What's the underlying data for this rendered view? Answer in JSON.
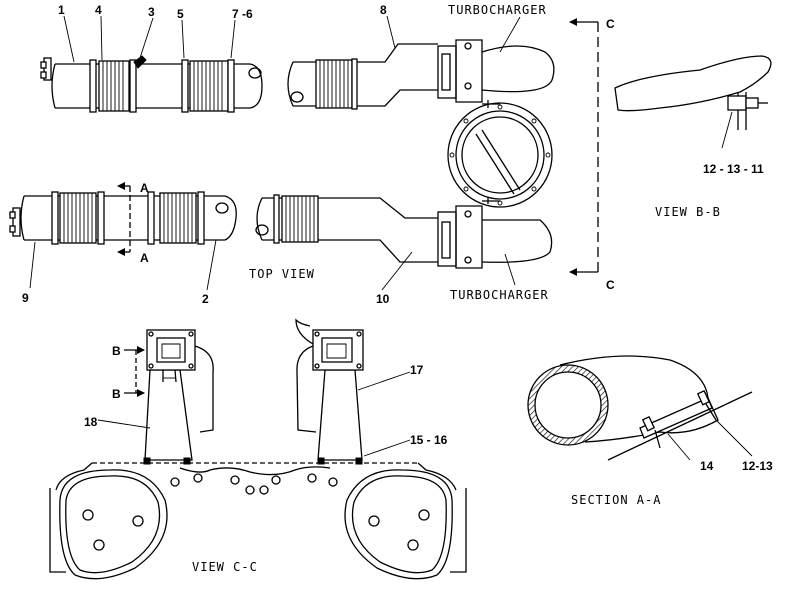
{
  "callouts": {
    "c1": "1",
    "c4": "4",
    "c3": "3",
    "c5": "5",
    "c7_6": "7 -6",
    "c8": "8",
    "c9": "9",
    "c2": "2",
    "c10": "10",
    "c12_13_11": "12 - 13 - 11",
    "c17": "17",
    "c18": "18",
    "c15_16": "15 - 16",
    "c14": "14",
    "c12_13": "12-13"
  },
  "captions": {
    "turbo_top": "TURBOCHARGER",
    "turbo_bottom": "TURBOCHARGER",
    "top_view": "TOP VIEW",
    "view_bb": "VIEW B-B",
    "view_cc": "VIEW C-C",
    "section_aa": "SECTION A-A"
  },
  "section_marks": {
    "a_upper": "A",
    "a_lower": "A",
    "b_upper": "B",
    "b_lower": "B",
    "c_upper": "C",
    "c_lower": "C"
  }
}
